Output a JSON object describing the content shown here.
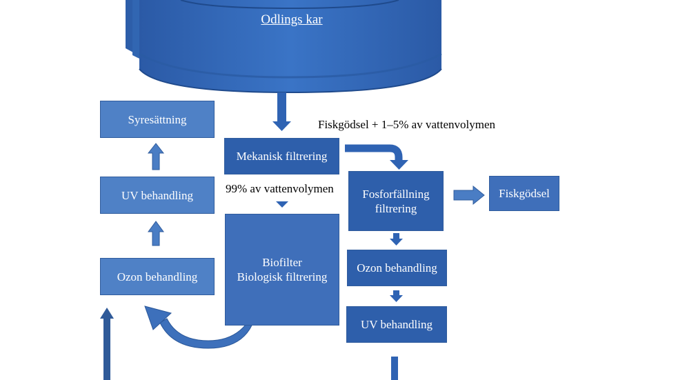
{
  "tank": {
    "label": "Odlings kar"
  },
  "boxes": {
    "syresattning": "Syresättning",
    "uv_left": "UV behandling",
    "ozon_left": "Ozon behandling",
    "mekanisk": "Mekanisk filtrering",
    "biofilter_line1": "Biofilter",
    "biofilter_line2": "Biologisk filtrering",
    "fosfor_line1": "Fosforfällning",
    "fosfor_line2": "filtrering",
    "fiskgodsel": "Fiskgödsel",
    "ozon_right": "Ozon behandling",
    "uv_right": "UV behandling"
  },
  "captions": {
    "top_right": "Fiskgödsel + 1–5% av vattenvolymen",
    "mid": "99% av vattenvolymen"
  },
  "colors": {
    "tank": "#2d62b3",
    "box_light": "#4f81c6",
    "box_dark": "#2e5fab",
    "arrow": "#2f63b3"
  }
}
